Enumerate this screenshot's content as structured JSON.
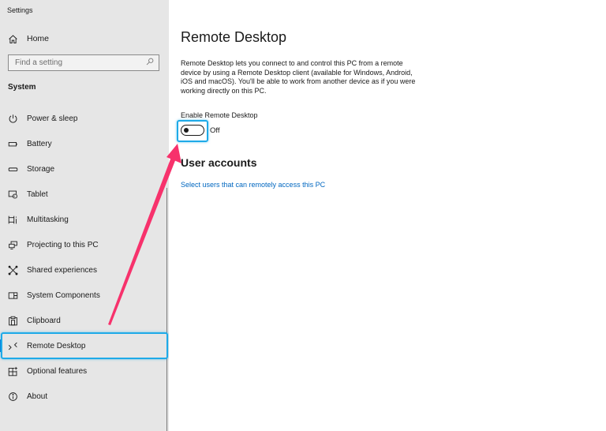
{
  "window": {
    "title": "Settings"
  },
  "sidebar": {
    "home_label": "Home",
    "search": {
      "placeholder": "Find a setting",
      "value": ""
    },
    "section_label": "System",
    "items": [
      {
        "label": "Power & sleep",
        "icon": "power-icon"
      },
      {
        "label": "Battery",
        "icon": "battery-icon"
      },
      {
        "label": "Storage",
        "icon": "storage-icon"
      },
      {
        "label": "Tablet",
        "icon": "tablet-icon"
      },
      {
        "label": "Multitasking",
        "icon": "multitasking-icon"
      },
      {
        "label": "Projecting to this PC",
        "icon": "projecting-icon"
      },
      {
        "label": "Shared experiences",
        "icon": "shared-experiences-icon"
      },
      {
        "label": "System Components",
        "icon": "system-components-icon"
      },
      {
        "label": "Clipboard",
        "icon": "clipboard-icon"
      },
      {
        "label": "Remote Desktop",
        "icon": "remote-desktop-icon",
        "selected": true
      },
      {
        "label": "Optional features",
        "icon": "optional-features-icon"
      },
      {
        "label": "About",
        "icon": "info-icon"
      }
    ]
  },
  "main": {
    "title": "Remote Desktop",
    "description": "Remote Desktop lets you connect to and control this PC from a remote device by using a Remote Desktop client (available for Windows, Android, iOS and macOS). You'll be able to work from another device as if you were working directly on this PC.",
    "toggle": {
      "label": "Enable Remote Desktop",
      "state": "Off",
      "on": false
    },
    "user_accounts": {
      "heading": "User accounts",
      "link": "Select users that can remotely access this PC"
    }
  },
  "annotations": {
    "highlight_color": "#1eaae8",
    "arrow_color": "#f7326c"
  }
}
